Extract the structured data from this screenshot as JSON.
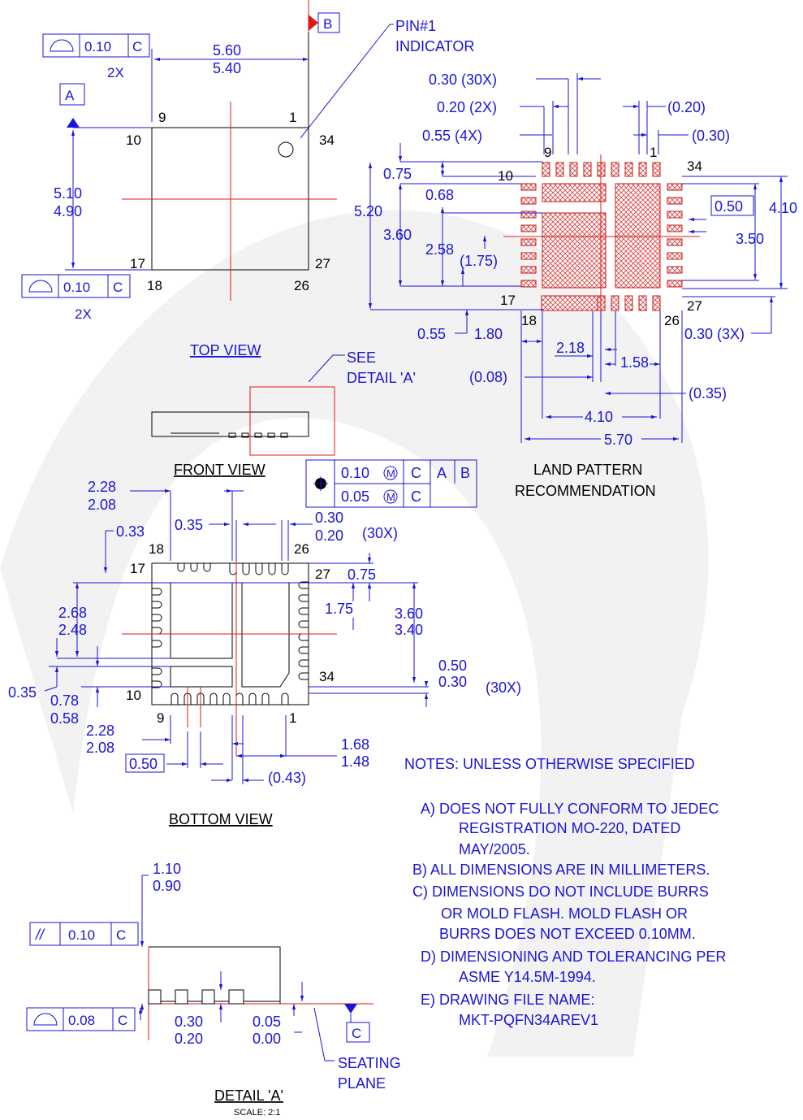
{
  "colors": {
    "dimension": "#1a14d8",
    "outline": "#000000",
    "centerline": "#e01818",
    "hatch": "#e05050"
  },
  "top_view": {
    "title": "TOP VIEW",
    "pin_labels": {
      "p9": "9",
      "p1": "1",
      "p10": "10",
      "p34": "34",
      "p17": "17",
      "p27": "27",
      "p18": "18",
      "p26": "26"
    },
    "dims": {
      "w_max": "5.60",
      "w_min": "5.40",
      "h_max": "5.10",
      "h_min": "4.90",
      "x2_top": "2X",
      "x2_left": "2X"
    },
    "fcf_top": {
      "value": "0.10",
      "datum": "C"
    },
    "fcf_left": {
      "value": "0.10",
      "datum": "C"
    },
    "datum_a": "A",
    "datum_b": "B",
    "pin1_line1": "PIN#1",
    "pin1_line2": "INDICATOR"
  },
  "land_pattern": {
    "title_line1": "LAND PATTERN",
    "title_line2": "RECOMMENDATION",
    "pin_labels": {
      "p9": "9",
      "p1": "1",
      "p34": "34",
      "p10": "10",
      "p17": "17",
      "p27": "27",
      "p18": "18",
      "p26": "26"
    },
    "dims": {
      "pad_w": "0.30 (30X)",
      "pad_020": "0.20 (2X)",
      "pad_055": "0.55 (4X)",
      "ref_020": "(0.20)",
      "ref_030": "(0.30)",
      "d075": "0.75",
      "d068": "0.68",
      "d520": "5.20",
      "d360": "3.60",
      "d258": "2.58",
      "d175": "(1.75)",
      "box050": "0.50",
      "d410v": "4.10",
      "d350": "3.50",
      "d055b": "0.55",
      "d180": "1.80",
      "d218": "2.18",
      "d158": "1.58",
      "d008": "(0.08)",
      "d035": "(0.35)",
      "d030_3x": "0.30 (3X)",
      "d410h": "4.10",
      "d570": "5.70"
    }
  },
  "front_view": {
    "title": "FRONT VIEW",
    "see_line1": "SEE",
    "see_line2": "DETAIL 'A'",
    "fcf": {
      "row1_value": "0.10",
      "row2_value": "0.05",
      "m": "M",
      "c": "C",
      "a": "A",
      "b": "B"
    }
  },
  "bottom_view": {
    "title": "BOTTOM VIEW",
    "pin_labels": {
      "p18": "18",
      "p26": "26",
      "p17": "17",
      "p27": "27",
      "p34": "34",
      "p10": "10",
      "p9": "9",
      "p1": "1"
    },
    "dims": {
      "d228a": "2.28",
      "d208a": "2.08",
      "d033": "0.33",
      "d035top": "0.35",
      "d030": "0.30",
      "d020": "0.20",
      "x30a": "(30X)",
      "d075": "0.75",
      "d175": "1.75",
      "d360": "3.60",
      "d340": "3.40",
      "d268": "2.68",
      "d248": "2.48",
      "d050": "0.50",
      "d030b": "0.30",
      "x30b": "(30X)",
      "d035l": "0.35",
      "d078": "0.78",
      "d058": "0.58",
      "d228b": "2.28",
      "d208b": "2.08",
      "box050": "0.50",
      "d168": "1.68",
      "d148": "1.48",
      "d043": "(0.43)"
    }
  },
  "detail_a": {
    "title": "DETAIL 'A'",
    "scale": "SCALE: 2:1",
    "dims": {
      "d110": "1.10",
      "d090": "0.90",
      "d030": "0.30",
      "d020": "0.20",
      "d005": "0.05",
      "d000": "0.00"
    },
    "fcf_parallel": {
      "symbol": "//",
      "value": "0.10",
      "datum": "C"
    },
    "fcf_profile": {
      "value": "0.08",
      "datum": "C"
    },
    "datum_c": "C",
    "seating_line1": "SEATING",
    "seating_line2": "PLANE"
  },
  "notes": {
    "heading": "NOTES: UNLESS OTHERWISE SPECIFIED",
    "lines": [
      "A)  DOES NOT FULLY CONFORM TO JEDEC",
      "REGISTRATION MO-220, DATED",
      "MAY/2005.",
      "B)  ALL DIMENSIONS ARE IN MILLIMETERS.",
      "C)  DIMENSIONS DO NOT INCLUDE BURRS",
      "OR MOLD FLASH. MOLD FLASH OR",
      "BURRS DOES NOT EXCEED 0.10MM.",
      "D)  DIMENSIONING AND TOLERANCING PER",
      "ASME Y14.5M-1994.",
      "E)  DRAWING FILE NAME:",
      "MKT-PQFN34AREV1"
    ]
  }
}
